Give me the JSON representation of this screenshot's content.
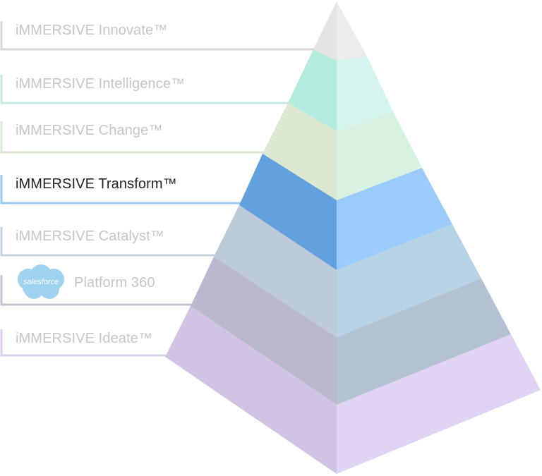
{
  "tiers": [
    {
      "label": "iMMERSIVE Innovate™",
      "active": false,
      "left_color": "#e4e4e4",
      "right_color": "#ececec",
      "line_color": "#d8d8d8"
    },
    {
      "label": "iMMERSIVE Intelligence™",
      "active": false,
      "left_color": "#b4ecdf",
      "right_color": "#d5f4ef",
      "line_color": "#c4e8e2"
    },
    {
      "label": "iMMERSIVE Change™",
      "active": false,
      "left_color": "#dce8d1",
      "right_color": "#d8f2e2",
      "line_color": "#dbe9d6"
    },
    {
      "label": "iMMERSIVE Transform™",
      "active": true,
      "left_color": "#62a0de",
      "right_color": "#9acbfb",
      "line_color": "#9cc8f4"
    },
    {
      "label": "iMMERSIVE Catalyst™",
      "active": false,
      "left_color": "#bccad9",
      "right_color": "#b6d4e6",
      "line_color": "#c5d2de"
    },
    {
      "label": "Platform 360",
      "active": false,
      "left_color": "#bab8cf",
      "right_color": "#b3c1d3",
      "line_color": "#c0c5d2",
      "logo": "salesforce"
    },
    {
      "label": "iMMERSIVE Ideate™",
      "active": false,
      "left_color": "#d1c3e1",
      "right_color": "#e0d3f4",
      "line_color": "#ddd0ee"
    }
  ],
  "logo": {
    "text": "salesforce",
    "color": "#9fd3f0",
    "text_color": "#ffffff"
  }
}
